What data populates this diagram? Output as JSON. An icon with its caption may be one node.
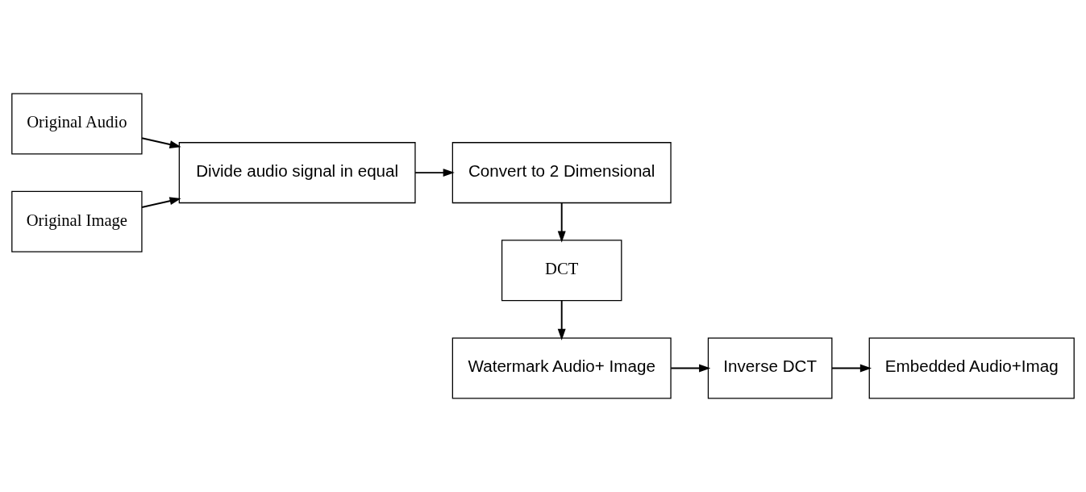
{
  "diagram": {
    "nodes": [
      {
        "text": [
          "Original Audio"
        ]
      },
      {
        "text": [
          "Original Image"
        ]
      },
      {
        "text": [
          "Divide audio signal in equal"
        ]
      },
      {
        "text": [
          "Convert to 2 Dimensional"
        ]
      },
      {
        "text": [
          "DCT"
        ]
      },
      {
        "text": [
          "Watermark Audio+ Image"
        ]
      },
      {
        "text": [
          "Inverse DCT"
        ]
      },
      {
        "text": [
          "Embedded Audio+Imag"
        ]
      }
    ],
    "edges": [
      {
        "from": 0,
        "to": 2,
        "arrow": "to"
      },
      {
        "from": 1,
        "to": 2,
        "arrow": "to"
      },
      {
        "from": 2,
        "to": 3,
        "arrow": "to"
      },
      {
        "from": 3,
        "to": 4,
        "arrow": "to"
      },
      {
        "from": 4,
        "to": 5,
        "arrow": "to"
      },
      {
        "from": 5,
        "to": 6,
        "arrow": "to"
      },
      {
        "from": 6,
        "to": 7,
        "arrow": "to"
      }
    ]
  }
}
